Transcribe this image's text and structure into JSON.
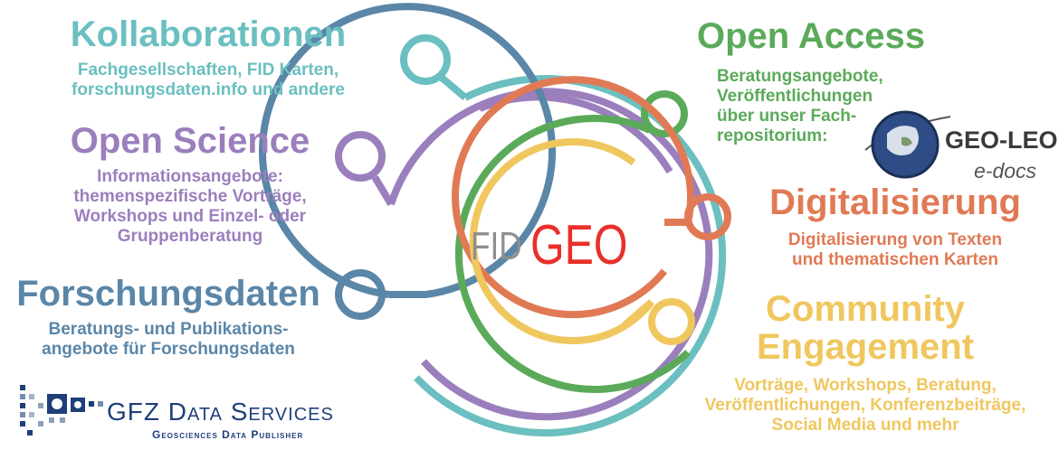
{
  "colors": {
    "teal": "#6bbfc0",
    "purple": "#9b7fbd",
    "blue": "#5a86a8",
    "green": "#5aaa5a",
    "orange": "#e07a55",
    "yellow": "#f0c75e",
    "red": "#e8302a",
    "gray": "#8f8f8f",
    "navy": "#1d3f7a"
  },
  "center_logo": {
    "left_text": "FID",
    "right_text": "GEO"
  },
  "sections": {
    "kollaborationen": {
      "title": "Kollaborationen",
      "lines": [
        "Fachgesellschaften, FID Karten,",
        "forschungsdaten.info und andere"
      ]
    },
    "open_science": {
      "title": "Open Science",
      "lines": [
        "Informationsangebote:",
        "themenspezifische Vorträge,",
        "Workshops und Einzel- oder",
        "Gruppenberatung"
      ]
    },
    "forschungsdaten": {
      "title": "Forschungsdaten",
      "lines": [
        "Beratungs- und Publikations-",
        "angebote für Forschungsdaten"
      ]
    },
    "open_access": {
      "title": "Open Access",
      "lines": [
        "Beratungsangebote,",
        "Veröffentlichungen",
        "über unser Fach-",
        "repositorium:"
      ]
    },
    "digitalisierung": {
      "title": "Digitalisierung",
      "lines": [
        "Digitalisierung von Texten",
        "und thematischen Karten"
      ]
    },
    "community": {
      "title_lines": [
        "Community",
        "Engagement"
      ],
      "lines": [
        "Vorträge, Workshops, Beratung,",
        "Veröffentlichungen, Konferenzbeiträge,",
        "Social Media und mehr"
      ]
    }
  },
  "geo_leo_logo": {
    "name": "GEO-LEO",
    "sub": "e-docs",
    "icon": "globe-icon"
  },
  "gfz_logo": {
    "name": "GFZ Data Services",
    "sub": "Geosciences Data Publisher",
    "icon": "gear-icon"
  }
}
